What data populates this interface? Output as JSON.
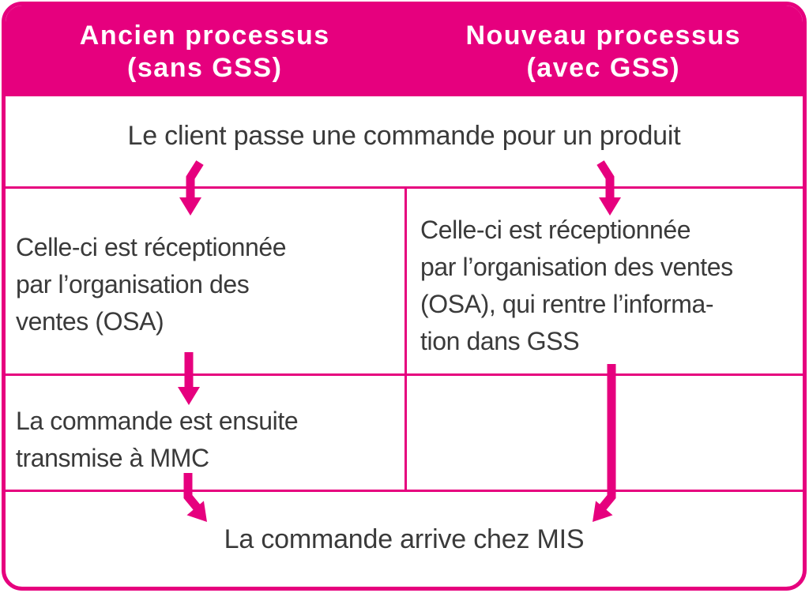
{
  "colors": {
    "accent": "#e6007e",
    "text_dark": "#3a3a3a",
    "header_text": "#ffffff",
    "background": "#ffffff"
  },
  "header": {
    "left": {
      "lines": [
        "Ancien processus",
        "(sans GSS)"
      ]
    },
    "right": {
      "lines": [
        "Nouveau processus",
        "(avec GSS)"
      ]
    }
  },
  "steps": {
    "order": "Le client passe une commande pour un produit",
    "old_reception": {
      "lines": [
        "Celle-ci est réceptionnée",
        "par l’organisation des",
        "ventes (OSA)"
      ]
    },
    "new_reception": {
      "lines": [
        "Celle-ci est réceptionnée",
        "par l’organisation des ventes",
        "(OSA), qui rentre l’informa-",
        "tion dans GSS"
      ]
    },
    "old_transmit": {
      "lines": [
        "La commande est ensuite",
        "transmise à MMC"
      ]
    },
    "arrival": "La commande arrive chez MIS"
  },
  "arrows": [
    {
      "name": "flow-arrow-order-to-old-reception",
      "direction": "down"
    },
    {
      "name": "flow-arrow-order-to-new-reception",
      "direction": "down"
    },
    {
      "name": "flow-arrow-old-reception-to-transmit",
      "direction": "down"
    },
    {
      "name": "flow-arrow-old-transmit-to-arrival",
      "direction": "down-right"
    },
    {
      "name": "flow-arrow-new-reception-to-arrival",
      "direction": "down-left"
    }
  ]
}
